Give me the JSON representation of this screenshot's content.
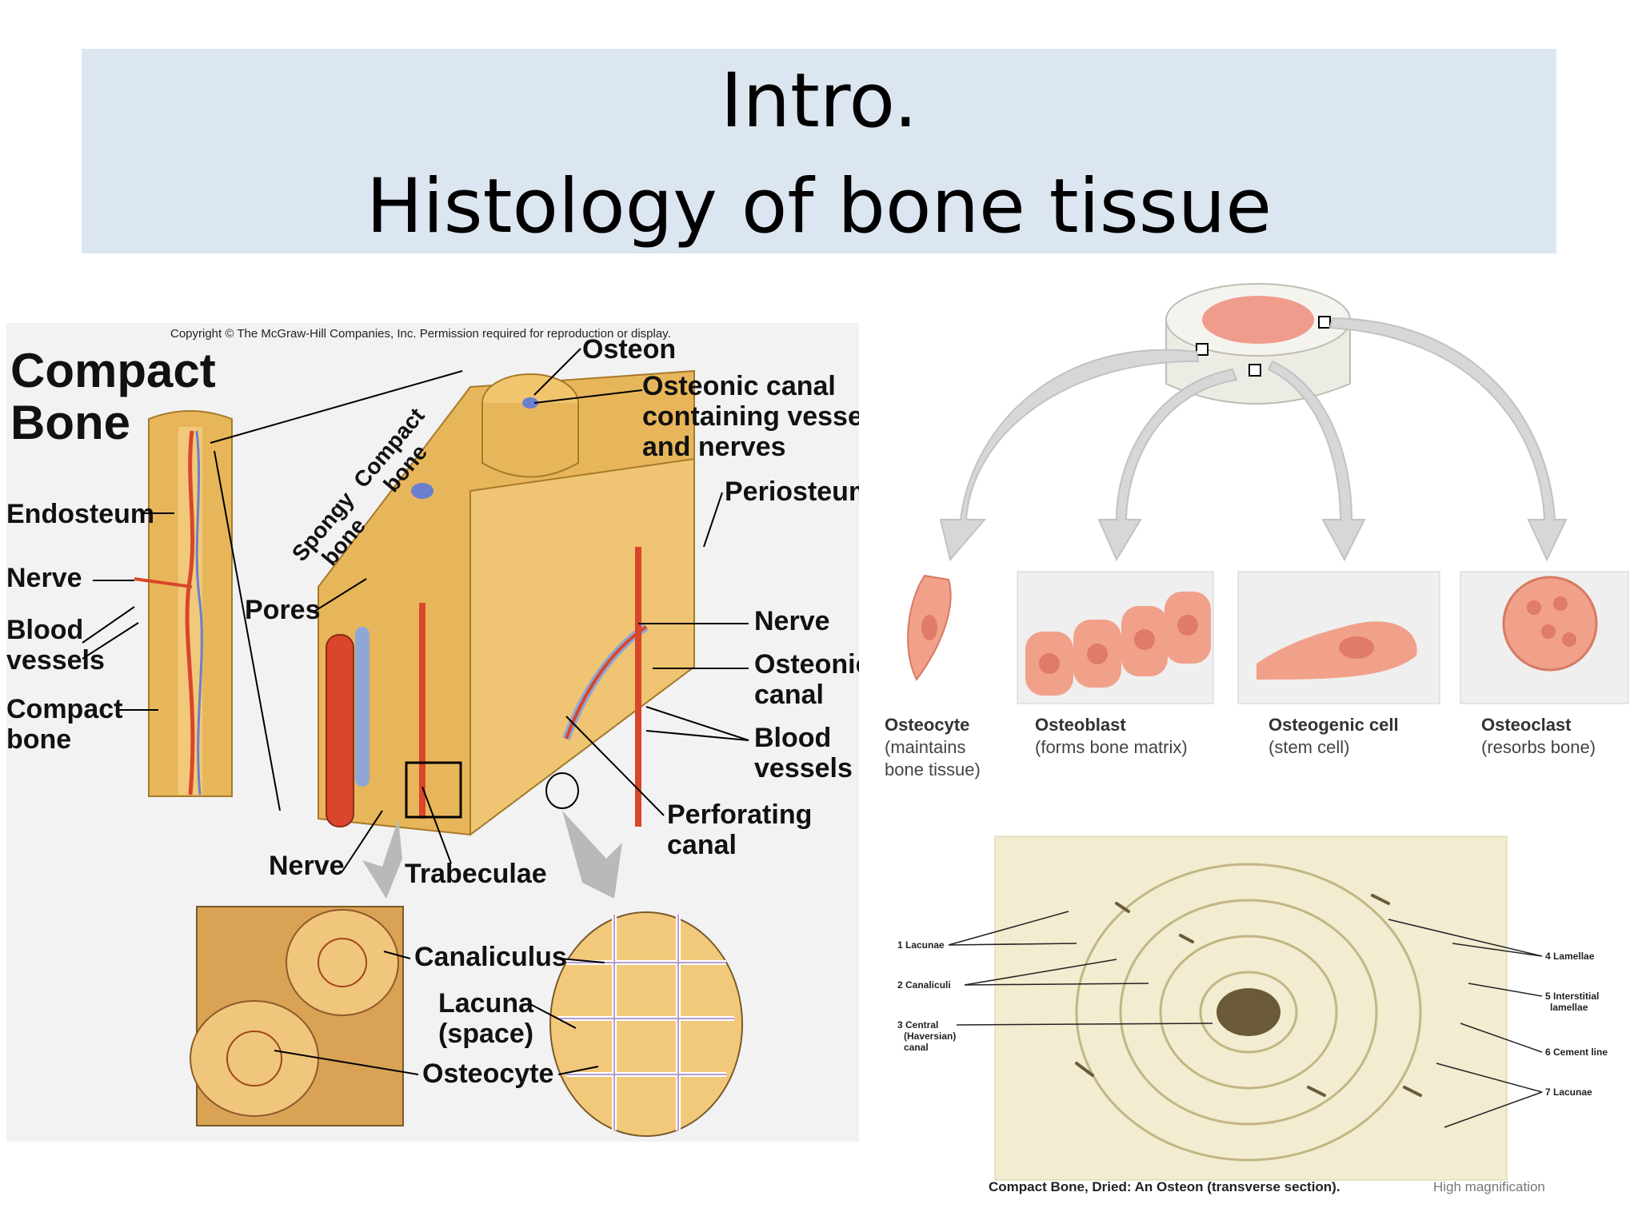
{
  "slide": {
    "title_line1": "Intro.",
    "title_line2": "Histology of bone tissue"
  },
  "compact_bone_figure": {
    "copyright": "Copyright © The McGraw-Hill Companies, Inc. Permission required for reproduction or display.",
    "heading_line1": "Compact",
    "heading_line2": "Bone",
    "labels": {
      "endosteum": "Endosteum",
      "nerve_left": "Nerve",
      "blood_vessels_left_1": "Blood",
      "blood_vessels_left_2": "vessels",
      "compact_bone_1": "Compact",
      "compact_bone_2": "bone",
      "spongy_bone_1": "Spongy",
      "spongy_bone_2": "bone",
      "compact_bone_diag_1": "Compact",
      "compact_bone_diag_2": "bone",
      "osteon": "Osteon",
      "osteonic_canal_1": "Osteonic canal",
      "osteonic_canal_2": "containing vessels",
      "osteonic_canal_3": "and nerves",
      "periosteum": "Periosteum",
      "pores": "Pores",
      "nerve_right": "Nerve",
      "osteonic_canal_r1": "Osteonic",
      "osteonic_canal_r2": "canal",
      "blood_vessels_r1": "Blood",
      "blood_vessels_r2": "vessels",
      "perforating_1": "Perforating",
      "perforating_2": "canal",
      "nerve_bottom": "Nerve",
      "trabeculae": "Trabeculae",
      "canaliculus": "Canaliculus",
      "lacuna_1": "Lacuna",
      "lacuna_2": "(space)",
      "osteocyte": "Osteocyte"
    },
    "colors": {
      "bone": "#e8b65a",
      "vessel_red": "#d9462b",
      "vessel_blue": "#8fa7d6",
      "panel_bg": "#f2f2f2"
    }
  },
  "bone_cells_figure": {
    "cells": [
      {
        "name": "Osteocyte",
        "desc_1": "(maintains",
        "desc_2": "bone tissue)"
      },
      {
        "name": "Osteoblast",
        "desc_1": "(forms bone matrix)",
        "desc_2": ""
      },
      {
        "name": "Osteogenic cell",
        "desc_1": "(stem cell)",
        "desc_2": ""
      },
      {
        "name": "Osteoclast",
        "desc_1": "(resorbs bone)",
        "desc_2": ""
      }
    ],
    "colors": {
      "cell_pink": "#f1a08a",
      "nucleus": "#e07a6a",
      "arrow_grey": "#bdbdbd"
    }
  },
  "osteon_micrograph": {
    "left_labels": [
      "1 Lacunae",
      "2 Canaliculi",
      "3 Central",
      "(Haversian)",
      "canal"
    ],
    "right_labels": [
      "4 Lamellae",
      "5 Interstitial",
      "lamellae",
      "6 Cement line",
      "7 Lacunae"
    ],
    "caption": "Compact Bone, Dried: An Osteon (transverse section).",
    "magnification": "High magnification"
  }
}
